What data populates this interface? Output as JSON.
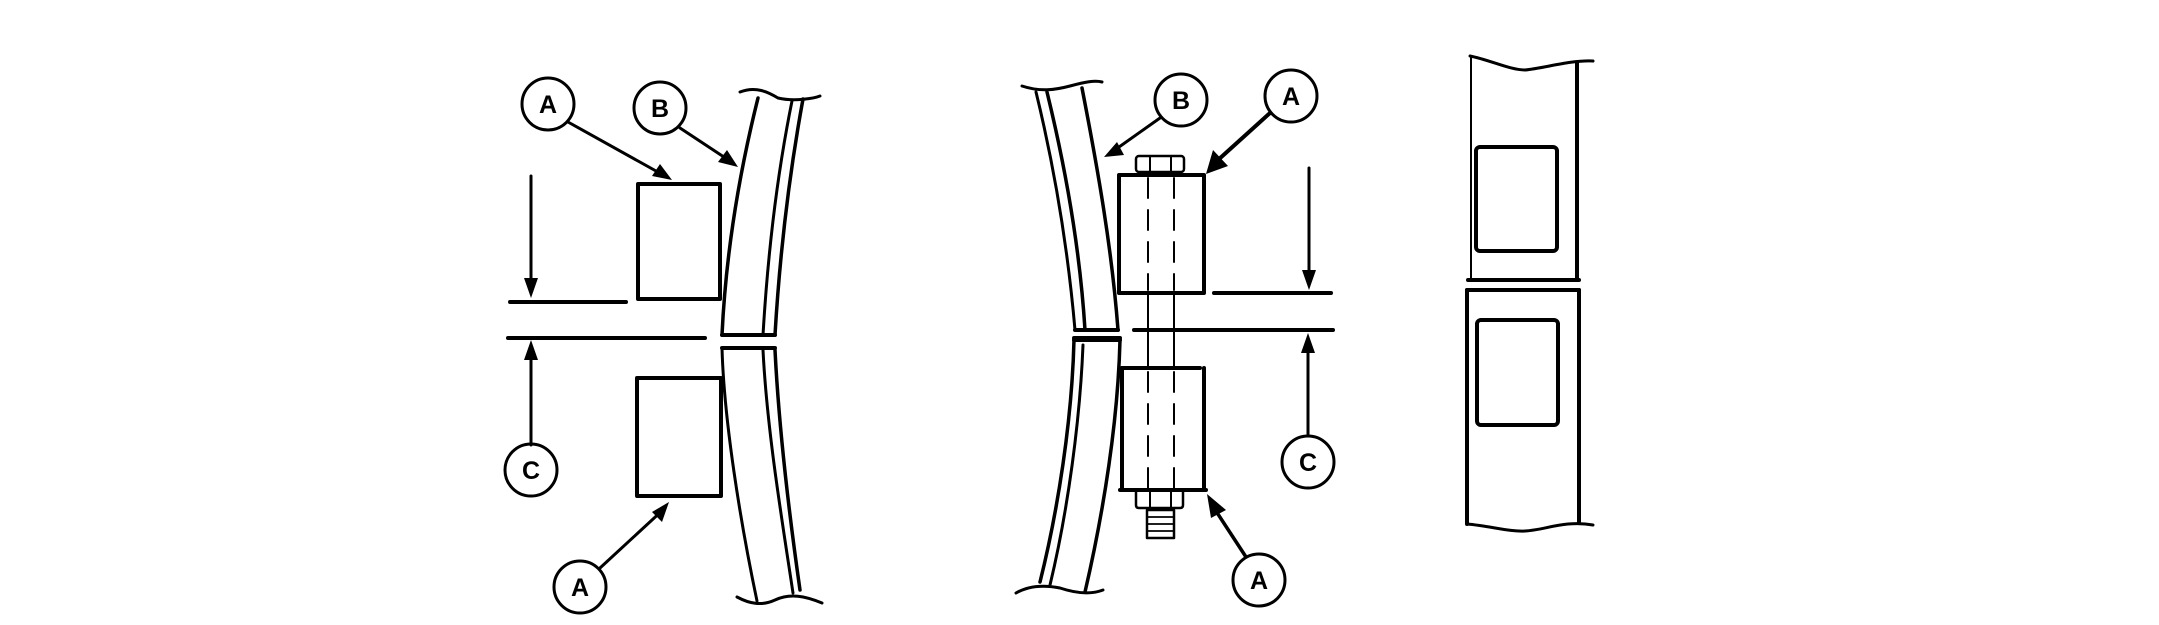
{
  "diagram": {
    "description": "Technical line drawing of shim/spacer blocks against a curved band, three views",
    "colors": {
      "line": "#000000",
      "background": "#ffffff"
    },
    "views": [
      {
        "name": "left-view",
        "callouts": [
          {
            "id": "A",
            "label": "A",
            "target": "upper spacer block"
          },
          {
            "id": "B",
            "label": "B",
            "target": "curved band"
          },
          {
            "id": "C",
            "label": "C",
            "target": "gap dimension"
          },
          {
            "id": "A2",
            "label": "A",
            "target": "lower spacer block"
          }
        ]
      },
      {
        "name": "middle-view",
        "callouts": [
          {
            "id": "B",
            "label": "B",
            "target": "curved band"
          },
          {
            "id": "A",
            "label": "A",
            "target": "upper spacer block with bolt"
          },
          {
            "id": "C",
            "label": "C",
            "target": "gap dimension"
          },
          {
            "id": "A2",
            "label": "A",
            "target": "lower spacer block with nut"
          }
        ]
      },
      {
        "name": "right-view",
        "callouts": []
      }
    ]
  }
}
